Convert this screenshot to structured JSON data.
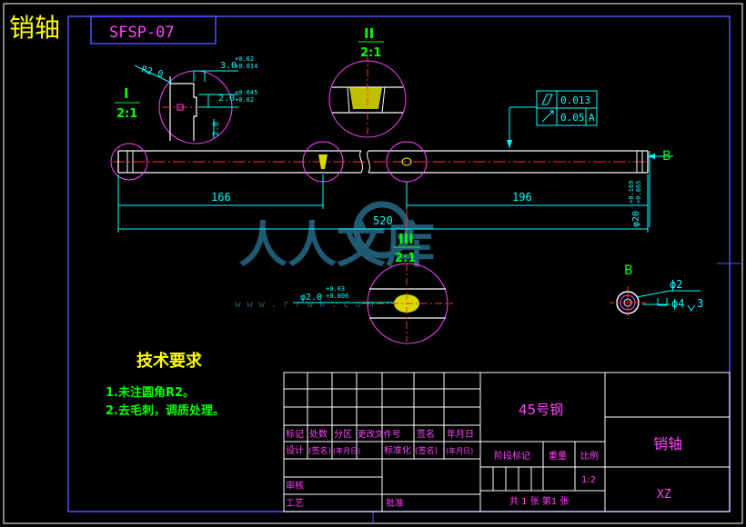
{
  "header": {
    "part_name": "销轴",
    "drawing_no": "SFSP-07"
  },
  "views": {
    "detail_1": {
      "numeral": "I",
      "scale": "2:1"
    },
    "detail_2": {
      "numeral": "II",
      "scale": "2:1"
    },
    "detail_3": {
      "numeral": "III",
      "scale": "2:1"
    },
    "view_b": "B",
    "section_arrow_b": "B"
  },
  "dimensions": {
    "d166": "166",
    "d196": "196",
    "d520": "520",
    "radius": "R2.0",
    "groove_width": "3.0",
    "groove_width_tol_upper": "+0.02",
    "groove_width_tol_lower": "+0.014",
    "groove_dia": "2.0",
    "groove_dia_tol_upper": "+0.045",
    "groove_dia_tol_lower": "+0.02",
    "groove_depth": "2.0",
    "shaft_dia": "φ20",
    "shaft_dia_tol_upper": "+0.169",
    "shaft_dia_tol_lower": "+0.065",
    "hole_dia": "φ2.0",
    "hole_dia_tol_upper": "+0.03",
    "hole_dia_tol_lower": "+0.006",
    "b_hole_dia": "ϕ2",
    "b_counterbore": "ϕ4",
    "b_depth": "3"
  },
  "tolerance_frame": {
    "row1_value": "0.013",
    "row2_value": "0.05",
    "row2_datum": "A"
  },
  "watermark": {
    "text": "人人文库",
    "url": "w w w . r r w k . c o m"
  },
  "tech_requirements": {
    "title": "技术要求",
    "items": [
      "1.未注圆角R2。",
      "2.去毛刺，调质处理。"
    ]
  },
  "title_block": {
    "material": "45号钢",
    "part_name": "销轴",
    "company": "XZ",
    "headers_row": [
      "标记",
      "处数",
      "分区",
      "更改文件号",
      "签名",
      "年月日"
    ],
    "design_row": [
      "设计",
      "(签名)",
      "(年月日)",
      "标准化",
      "(签名)",
      "(年月日)"
    ],
    "review": "审核",
    "process": "工艺",
    "approve": "批准",
    "stage_mark": "阶段标记",
    "weight": "重量",
    "scale_label": "比例",
    "scale_value": "1:2",
    "sheets": "共 1 张  第1 张"
  },
  "colors": {
    "frame": "#5050ff",
    "outline": "#ffffff",
    "dimension": "#00ffff",
    "centerline": "#ff3030",
    "hatch": "#ffff00",
    "text_green": "#00ff00",
    "text_magenta": "#ff44ff",
    "title_yellow": "#ffff00",
    "watermark": "#1f5a72"
  }
}
